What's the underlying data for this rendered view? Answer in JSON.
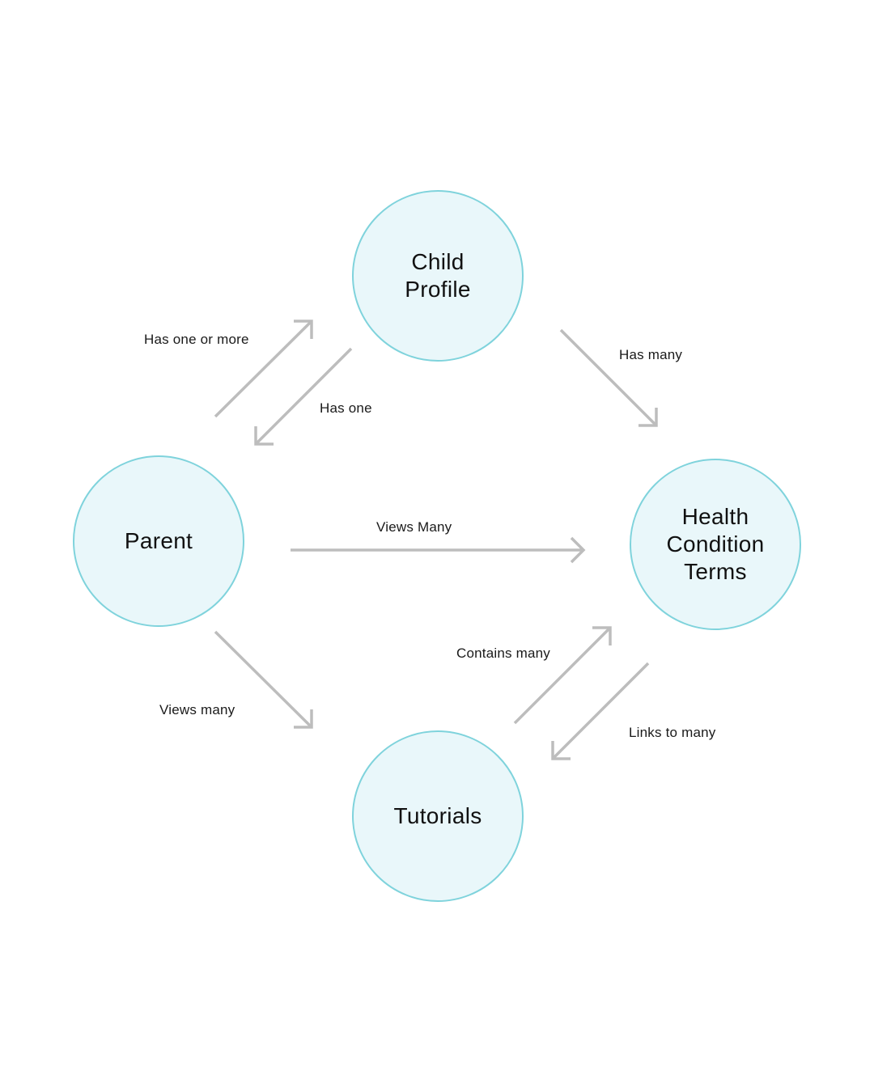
{
  "diagram": {
    "colors": {
      "node_fill": "#e9f7fa",
      "node_border": "#7fd3dc",
      "arrow": "#bdbdbd",
      "text": "#111111"
    },
    "nodes": {
      "child_profile": "Child\nProfile",
      "parent": "Parent",
      "health_condition_terms": "Health\nCondition\nTerms",
      "tutorials": "Tutorials"
    },
    "edges": {
      "parent_to_child": "Has one or more",
      "child_to_parent": "Has one",
      "child_to_health": "Has many",
      "parent_to_health": "Views Many",
      "tutorials_to_health": "Contains many",
      "parent_to_tutorials": "Views many",
      "health_to_tutorials": "Links to many"
    }
  }
}
